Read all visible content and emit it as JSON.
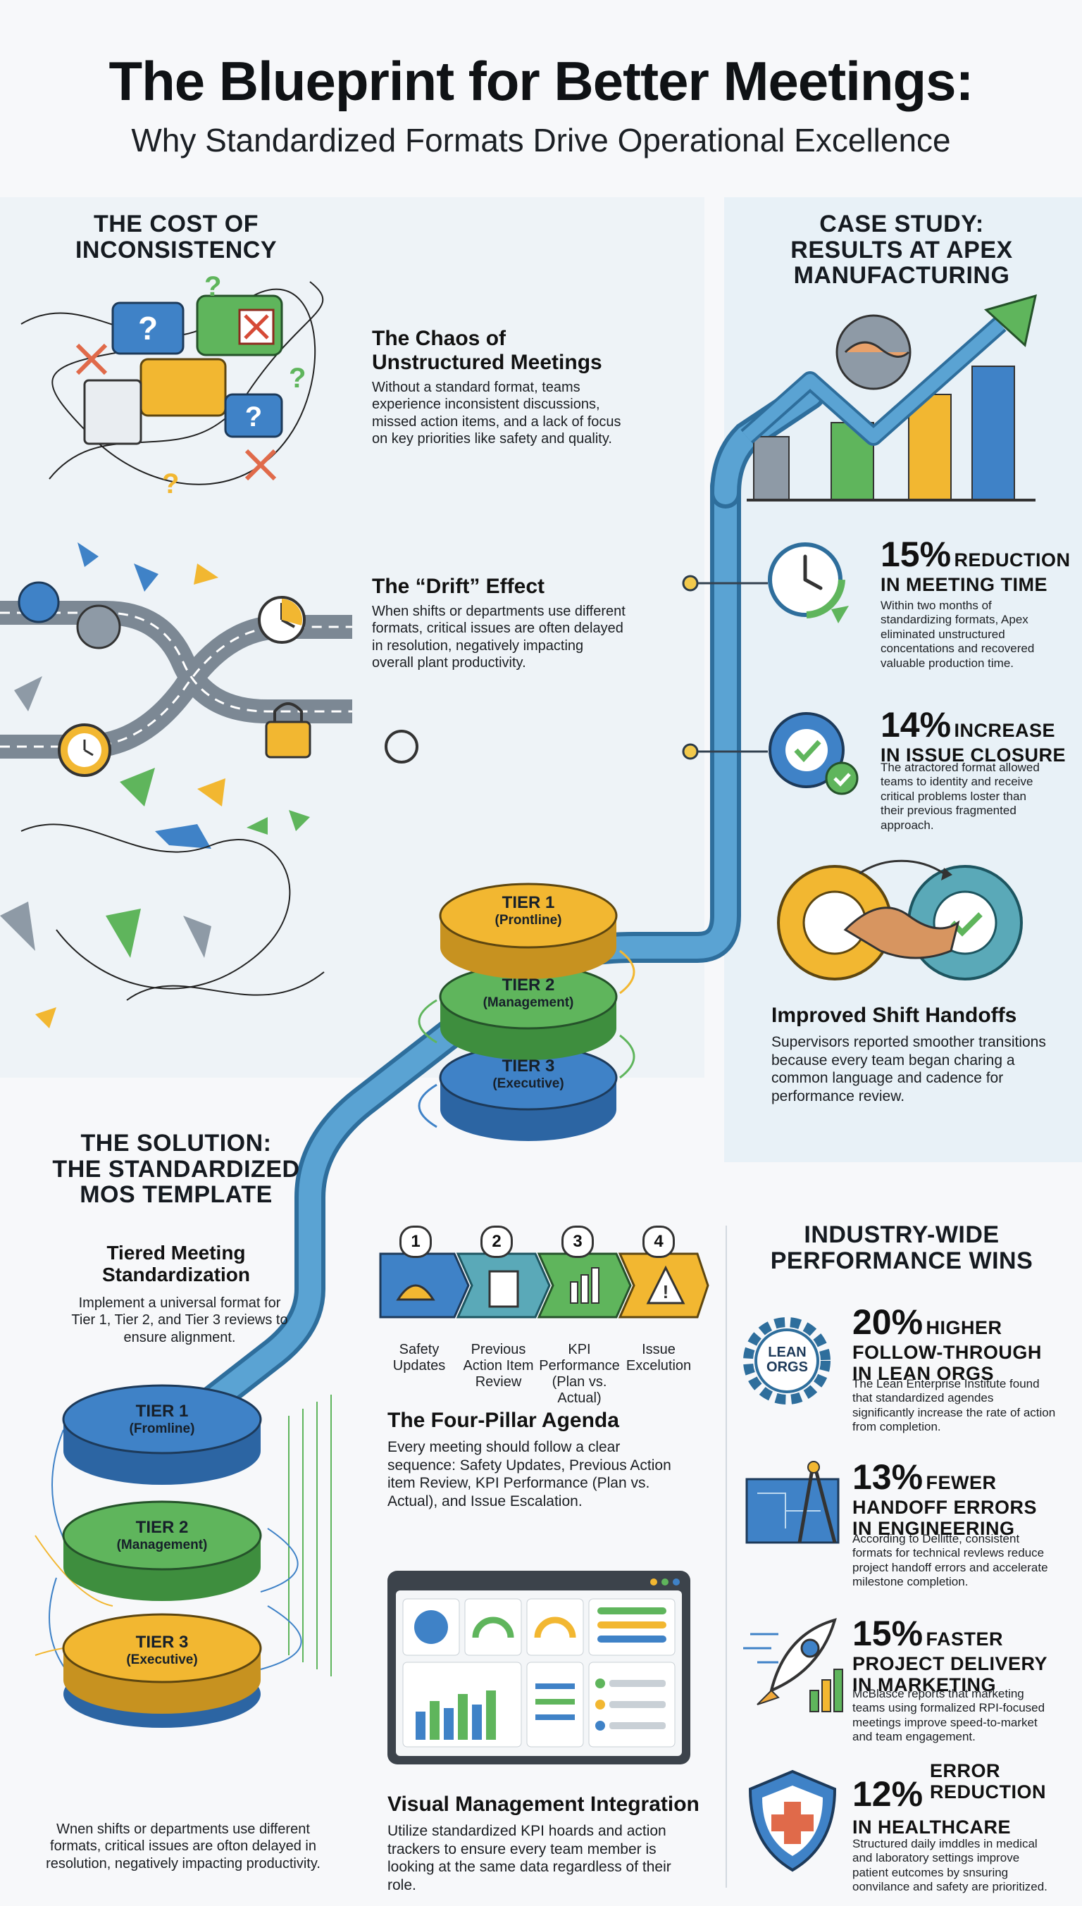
{
  "header": {
    "title": "The Blueprint for Better Meetings:",
    "subtitle": "Why Standardized Formats Drive Operational Excellence"
  },
  "cost": {
    "heading_line1": "THE COST OF",
    "heading_line2": "INCONSISTENCY",
    "chaos_title_line1": "The Chaos of",
    "chaos_title_line2": "Unstructured Meetings",
    "chaos_body": "Without a standard format, teams experience inconsistent discussions, missed action items, and a lack of focus on key priorities like safety and quality.",
    "drift_title": "The “Drift” Effect",
    "drift_body": "When shifts or departments use different formats, critical issues are often delayed in resolution, negatively impacting overall plant productivity."
  },
  "case_study": {
    "heading_line1": "CASE STUDY:",
    "heading_line2": "RESULTS AT APEX",
    "heading_line3": "MANUFACTURING",
    "stat1_value": "15%",
    "stat1_word": "REDUCTION",
    "stat1_line2": "IN MEETING TIME",
    "stat1_body": "Within two months of standardizing formats, Apex eliminated unstructured concentations and recovered valuable production time.",
    "stat2_value": "14%",
    "stat2_word": "INCREASE",
    "stat2_line2": "IN ISSUE CLOSURE",
    "stat2_body": "The atractored format allowed teams to identity and receive critical problems loster than their previous fragmented approach.",
    "handoff_title": "Improved Shift Handoffs",
    "handoff_body": "Supervisors reported smoother transitions because every team began charing a common language and cadence for performance review."
  },
  "tiers_mid": {
    "t1": "TIER 1",
    "t1_sub": "(Prontline)",
    "t2": "TIER 2",
    "t2_sub": "(Management)",
    "t3": "TIER 3",
    "t3_sub": "(Executive)"
  },
  "solution": {
    "heading_line1": "THE SOLUTION:",
    "heading_line2": "THE STANDARDIZED",
    "heading_line3": "MOS TEMPLATE",
    "tiered_title_line1": "Tiered Meeting",
    "tiered_title_line2": "Standardization",
    "tiered_body": "Implement a universal format for Tier 1, Tier 2, and Tier 3 reviews to ensure alignment.",
    "bottom_t1": "TIER 1",
    "bottom_t1_sub": "(Fromline)",
    "bottom_t2": "TIER 2",
    "bottom_t2_sub": "(Management)",
    "bottom_t3": "TIER 3",
    "bottom_t3_sub": "(Executive)",
    "footer_note": "Wnen shifts or departments use different formats, critical issues are ofton delayed in resolution, negatively impacting productivity."
  },
  "agenda": {
    "pillars": [
      {
        "num": "1",
        "label": "Safety\nUpdates"
      },
      {
        "num": "2",
        "label": "Previous\nAction Item\nReview"
      },
      {
        "num": "3",
        "label": "KPI\nPerformance\n(Plan vs. Actual)"
      },
      {
        "num": "4",
        "label": "Issue\nExcelution"
      }
    ],
    "title": "The Four-Pillar Agenda",
    "body": "Every meeting should follow a clear sequence: Safety Updates, Previous Action item Review, KPI Performance (Plan vs. Actual), and Issue Escalation.",
    "visual_title": "Visual Management Integration",
    "visual_body": "Utilize standardized KPI hoards and action trackers to ensure every team member is looking at the same data regardless of their role."
  },
  "industry": {
    "heading_line1": "INDUSTRY-WIDE",
    "heading_line2": "PERFORMANCE WINS",
    "lean_badge_line1": "LEAN",
    "lean_badge_line2": "ORGS",
    "w1_value": "20%",
    "w1_word": "HIGHER",
    "w1_line2": "FOLLOW-THROUGH",
    "w1_line3": "IN LEAN ORGS",
    "w1_body": "The Lean Enterprise Institute found that standardized agendes significantly increase the rate of action from completion.",
    "w2_value": "13%",
    "w2_word": "FEWER",
    "w2_line2": "HANDOFF ERRORS",
    "w2_line3": "IN ENGINEERING",
    "w2_body": "According to Dellitte, consistent formats for technical revlews reduce project handoff errors and accelerate milestone completion.",
    "w3_value": "15%",
    "w3_word": "FASTER",
    "w3_line2": "PROJECT DELIVERY",
    "w3_line3": "IN MARKETING",
    "w3_body": "McBlasce reports that marketing teams using formalized RPI-focused meetings improve speed-to-market and team engagement.",
    "w4_value": "12%",
    "w4_word1": "ERROR",
    "w4_word2": "REDUCTION",
    "w4_line3": "IN HEALTHCARE",
    "w4_body": "Structured daily imddles in medical and laboratory settings improve patient eutcomes by snsuring oonvilance and safety are prioritized."
  },
  "colors": {
    "road": "#5aa3d3",
    "road_edge": "#2e6e9c",
    "tier_yellow": "#f2b731",
    "tier_green": "#5fb55c",
    "tier_blue": "#3f82c7",
    "accent_orange": "#f0a93b",
    "accent_red": "#e06a4a"
  }
}
